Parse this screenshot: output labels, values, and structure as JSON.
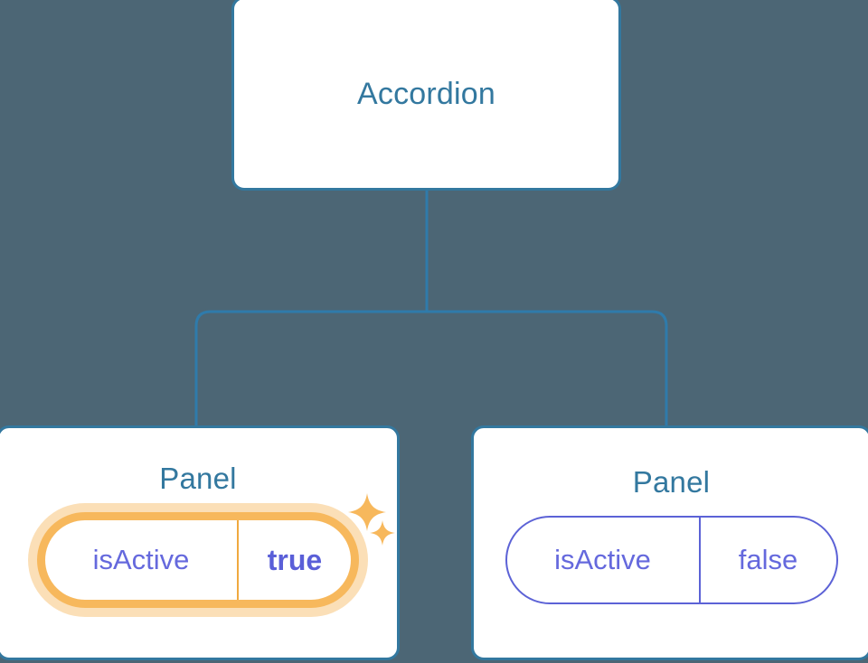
{
  "diagram": {
    "title": "Accordion component tree",
    "background_color": "#4c6675",
    "accent_color": "#33789f",
    "prop_color": "#6569dd",
    "highlight_color": "#f7b85c",
    "highlight_halo_color": "#fbdfb7"
  },
  "root": {
    "label": "Accordion",
    "node_type": "component"
  },
  "children": [
    {
      "label": "Panel",
      "node_type": "component",
      "highlighted": true,
      "props": [
        {
          "key": "isActive",
          "value": "true",
          "changed": true
        }
      ],
      "decorations": [
        {
          "icon": "sparkle-icon",
          "size": "large",
          "color": "#f7b85c"
        },
        {
          "icon": "sparkle-icon",
          "size": "small",
          "color": "#f7b85c"
        }
      ]
    },
    {
      "label": "Panel",
      "node_type": "component",
      "highlighted": false,
      "props": [
        {
          "key": "isActive",
          "value": "false",
          "changed": false
        }
      ],
      "decorations": []
    }
  ],
  "connectors": {
    "style": "orthogonal-rounded",
    "color": "#2f7bab",
    "edges": [
      {
        "from": "root",
        "to": "children.0"
      },
      {
        "from": "root",
        "to": "children.1"
      }
    ]
  }
}
